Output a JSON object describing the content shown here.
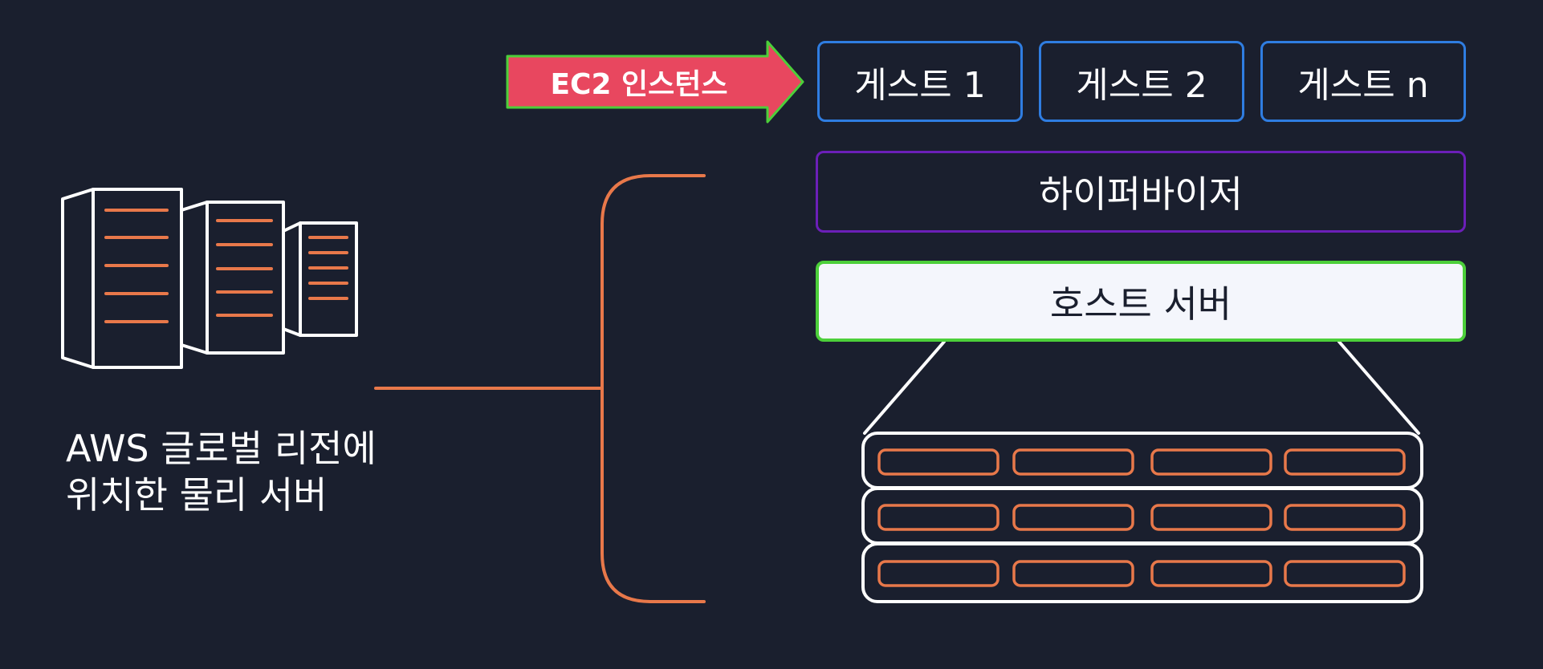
{
  "caption": {
    "line1": "AWS 글로벌 리전에",
    "line2": "위치한 물리 서버",
    "full": "AWS 글로벌 리전에\n위치한 물리 서버"
  },
  "arrow": {
    "label": "EC2 인스턴스",
    "fill": "#e8475f",
    "outline": "#4ccf3a"
  },
  "guests": [
    {
      "label": "게스트 1"
    },
    {
      "label": "게스트 2"
    },
    {
      "label": "게스트 n"
    }
  ],
  "hypervisor": {
    "label": "하이퍼바이저",
    "border": "#6b1fb8"
  },
  "host": {
    "label": "호스트 서버",
    "border": "#4ccf3a"
  },
  "colors": {
    "background": "#1a1f2e",
    "accent": "#e8784a",
    "guest_border": "#2f7de1",
    "line": "#ffffff"
  },
  "icons": [
    "server-building-icon",
    "server-rack-icon",
    "brace-connector"
  ]
}
